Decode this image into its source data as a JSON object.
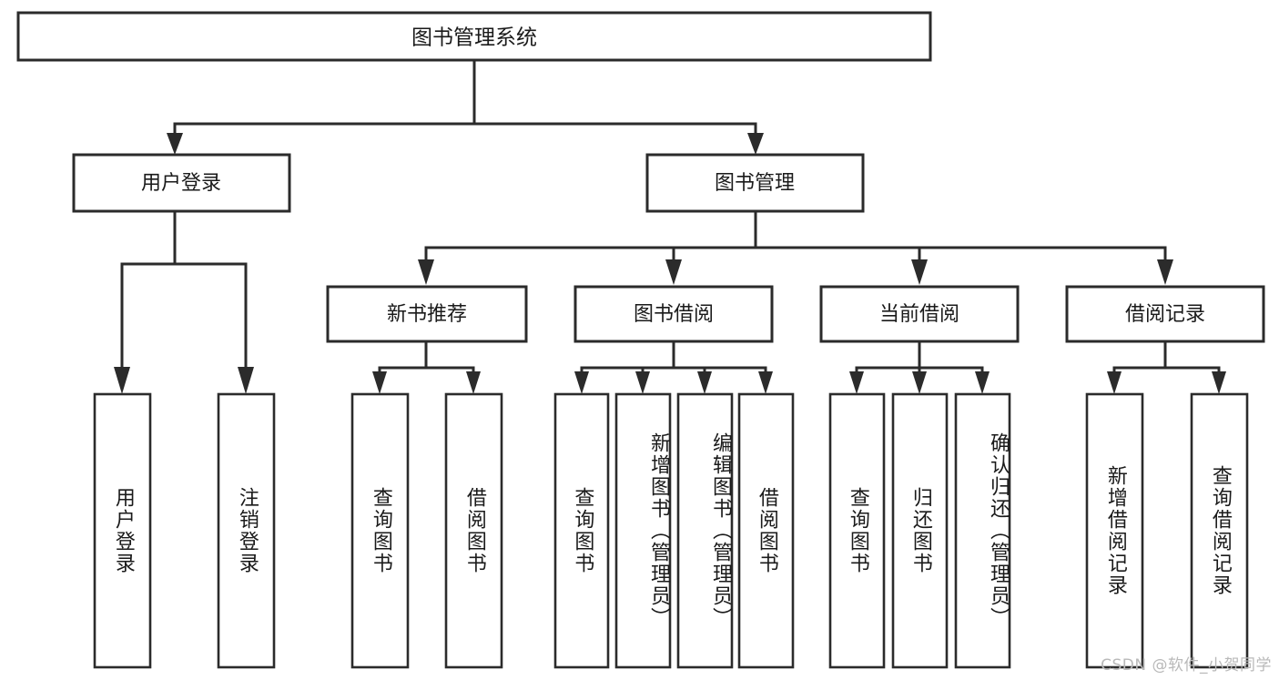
{
  "diagram": {
    "title": "图书管理系统",
    "type": "tree-hierarchy",
    "watermark": "CSDN @软件_小贺同学",
    "colors": {
      "stroke": "#2b2b2b",
      "fill": "#ffffff",
      "text": "#1a1a1a",
      "watermark": "#b9b9b9"
    },
    "root": {
      "label": "图书管理系统"
    },
    "level2": [
      {
        "label": "用户登录"
      },
      {
        "label": "图书管理"
      }
    ],
    "level3": [
      {
        "label": "新书推荐"
      },
      {
        "label": "图书借阅"
      },
      {
        "label": "当前借阅"
      },
      {
        "label": "借阅记录"
      }
    ],
    "leaves": {
      "user_login": [
        {
          "label": "用户登录"
        },
        {
          "label": "注销登录"
        }
      ],
      "new_book_recommend": [
        {
          "label": "查询图书"
        },
        {
          "label": "借阅图书"
        }
      ],
      "book_borrow": [
        {
          "label": "查询图书"
        },
        {
          "label": "新增图书（管理员）"
        },
        {
          "label": "编辑图书（管理员）"
        },
        {
          "label": "借阅图书"
        }
      ],
      "current_borrow": [
        {
          "label": "查询图书"
        },
        {
          "label": "归还图书"
        },
        {
          "label": "确认归还（管理员）"
        }
      ],
      "borrow_record": [
        {
          "label": "新增借阅记录"
        },
        {
          "label": "查询借阅记录"
        }
      ]
    }
  }
}
